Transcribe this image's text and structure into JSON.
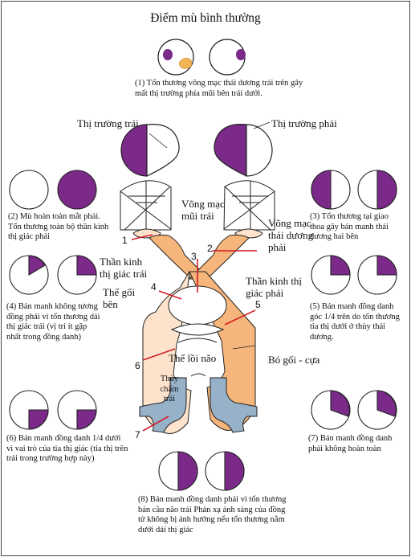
{
  "title": "Điểm mù bình thường",
  "colors": {
    "field": "#7b2a8a",
    "optic": "#f6b57a",
    "optic_light": "#fde3cc",
    "cortex": "#97b1c9",
    "line": "#d21f26"
  },
  "captions": {
    "c1": "(1) Tổn thương võng mạc thái dương trái trên gây mất thị trường phía mũi bên trái dưới.",
    "c2": "(2) Mù hoàn toàn mắt phải. Tổn thương toàn bộ thần kinh thị giác phải",
    "c3": "(3) Tổn thương tại giao thoa gây bán manh thái dương hai bên",
    "c4": "(4) Bán manh không tương đồng phải vì tổn thương dải thị giác trái (vị trí ít gặp nhất trong đồng danh)",
    "c5": "(5) Bán manh đồng danh góc 1/4 trên do tổn thương tia thị dưới ở thùy thái dương.",
    "c6": "(6) Bán manh đồng danh 1/4 dưới vì vai trò của tia thị giác (tia thị trên trái trong trường hợp này)",
    "c7": "(7) Bán manh đồng danh phải không hoàn toàn",
    "c8": "(8) Bán manh đồng danh phải vì tổn thương bán cầu não trái Phản xạ ánh sáng của đồng tử không bị ảnh hưởng nếu tổn thương nằm dưới dải thị giác"
  },
  "labels": {
    "left_field": "Thị trường trái",
    "right_field": "Thị trường phải",
    "left_nasal_retina": "Võng mạc mũi trái",
    "right_temporal_retina": "Võng mạc thái dương phải",
    "left_optic_nerve": "Thần kinh thị giác trái",
    "right_optic_nerve": "Thần kinh thị giác phải",
    "lgn": "Thể gối bên",
    "meyer_loop": "Bó gối - cựa",
    "lingual": "Thể lồi não",
    "occipital": "Thùy chẩm trái"
  },
  "markers": [
    "1",
    "2",
    "3",
    "4",
    "5",
    "6",
    "7"
  ],
  "icons": [
    "eye-circle-icon",
    "blind-spot-icon",
    "visual-field-icon"
  ]
}
